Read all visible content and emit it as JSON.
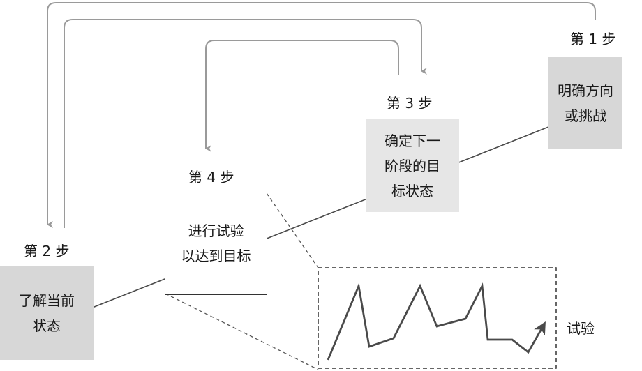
{
  "steps": [
    {
      "id": 1,
      "label": "第 1 步",
      "lines": [
        "明确方向",
        "或挑战"
      ]
    },
    {
      "id": 2,
      "label": "第 2 步",
      "lines": [
        "了解当前",
        "状态"
      ]
    },
    {
      "id": 3,
      "label": "第 3 步",
      "lines": [
        "确定下一",
        "阶段的目",
        "标状态"
      ]
    },
    {
      "id": 4,
      "label": "第 4 步",
      "lines": [
        "进行试验",
        "以达到目标"
      ]
    }
  ],
  "experiment_caption": "试验",
  "colors": {
    "line": "#4a4a4a",
    "arrow": "#9a9a9a",
    "box_gray": "#d7d7d7",
    "box_light": "#e6e6e6"
  }
}
